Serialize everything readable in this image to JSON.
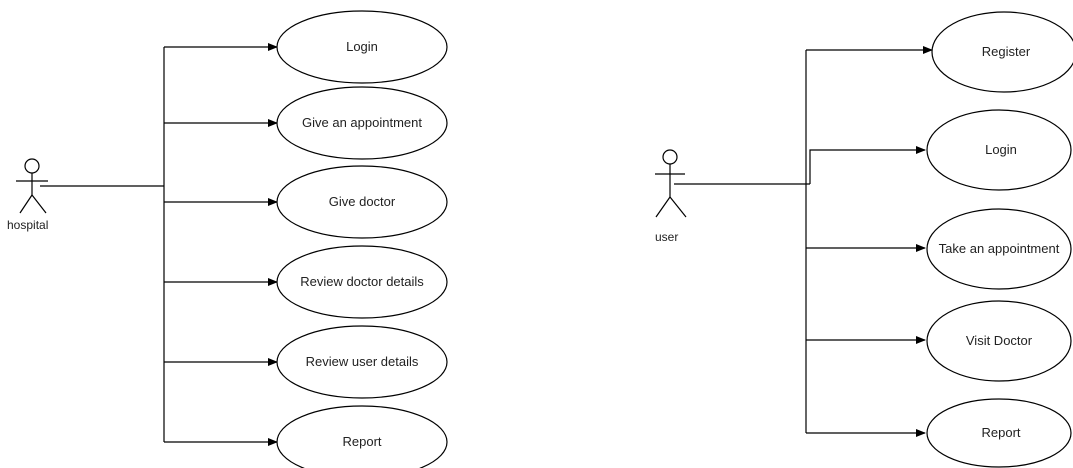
{
  "diagrams": [
    {
      "actor": {
        "label": "hospital",
        "icon": "stick-figure-icon"
      },
      "use_cases": [
        "Login",
        "Give an appointment",
        "Give doctor",
        "Review doctor details",
        "Review user details",
        "Report"
      ]
    },
    {
      "actor": {
        "label": "user",
        "icon": "stick-figure-icon"
      },
      "use_cases": [
        "Register",
        "Login",
        "Take an appointment",
        "Visit Doctor",
        "Report"
      ]
    }
  ],
  "colors": {
    "stroke": "#000000",
    "text": "#222222",
    "background": "#ffffff"
  }
}
